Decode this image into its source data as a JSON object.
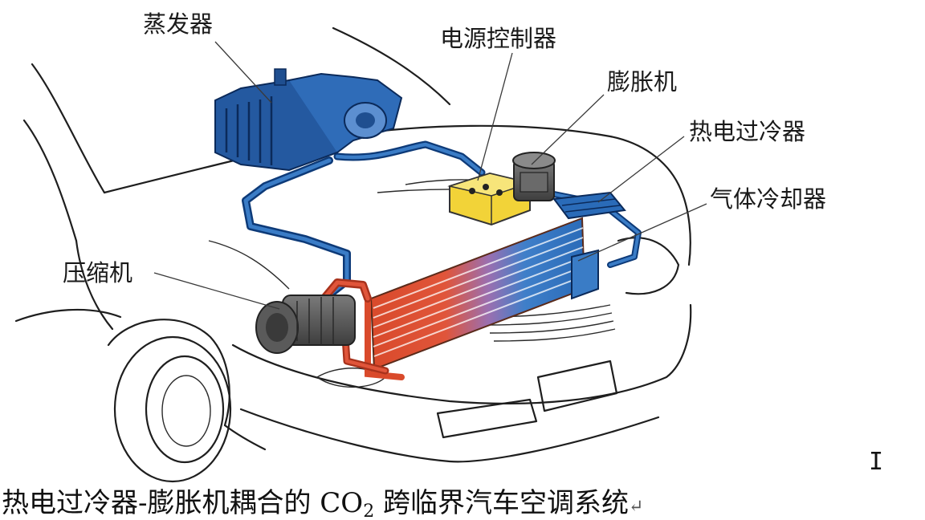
{
  "labels": {
    "evaporator": "蒸发器",
    "power_controller": "电源控制器",
    "expander": "膨胀机",
    "thermoelectric_subcooler": "热电过冷器",
    "gas_cooler": "气体冷却器",
    "compressor": "压缩机"
  },
  "caption": {
    "before": "热电过冷器-膨胀机耦合的 CO",
    "subscript": "2",
    "after": " 跨临界汽车空调系统",
    "trailing_mark": "↵"
  },
  "cursor_mark": "I",
  "colors": {
    "blue": "#1f5fa8",
    "blue_dark": "#0d3a78",
    "red": "#d94a2b",
    "yellow": "#f2d338",
    "grey": "#5a5a5a"
  }
}
